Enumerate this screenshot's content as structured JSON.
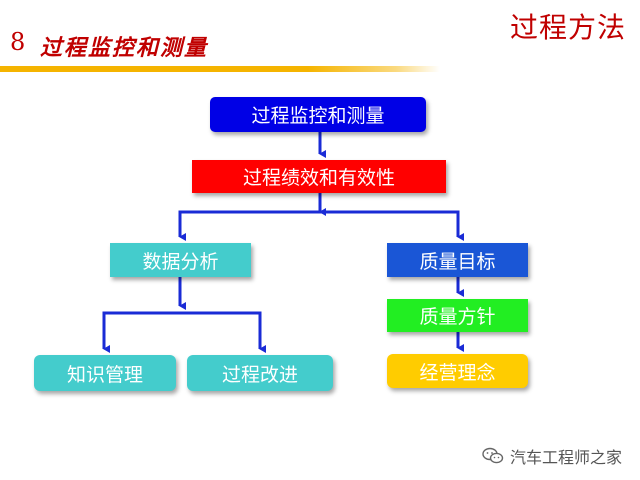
{
  "header": {
    "top_right_title": "过程方法",
    "section_number": "8",
    "section_title": "过程监控和测量"
  },
  "diagram": {
    "nodes": {
      "root": "过程监控和测量",
      "performance": "过程绩效和有效性",
      "data_analysis": "数据分析",
      "quality_goals": "质量目标",
      "quality_policy": "质量方针",
      "business_philosophy": "经营理念",
      "knowledge_management": "知识管理",
      "process_improvement": "过程改进"
    },
    "colors": {
      "root": "#0000e6",
      "performance": "#ff0000",
      "teal": "#44cccc",
      "quality_goals": "#1a56d6",
      "quality_policy": "#22ee22",
      "business_philosophy": "#ffcc00",
      "connector": "#1a2bd6",
      "accent_text": "#c00000",
      "rule": "#f5b400"
    }
  },
  "watermark": {
    "text": "汽车工程师之家",
    "icon": "wechat-icon"
  }
}
